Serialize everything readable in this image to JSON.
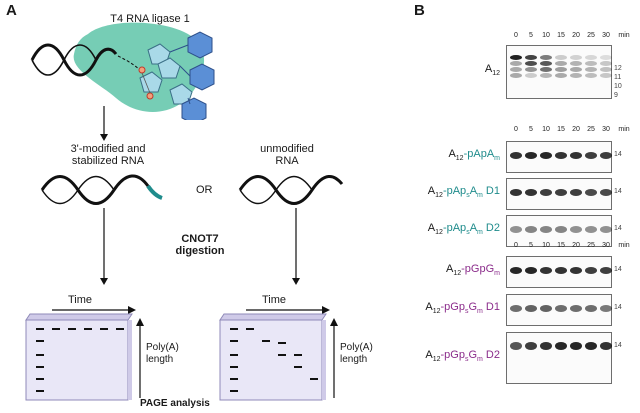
{
  "panel_a": {
    "letter": "A",
    "enzyme_label": "T4 RNA ligase 1",
    "modified_rna_label_line1": "3'-modified and",
    "modified_rna_label_line2": "stabilized RNA",
    "or_label": "OR",
    "unmodified_rna_label_line1": "unmodified",
    "unmodified_rna_label_line2": "RNA",
    "digestion_label_line1": "CNOT7",
    "digestion_label_line2": "digestion",
    "time_label_left": "Time",
    "time_label_right": "Time",
    "polya_label_left_line1": "Poly(A)",
    "polya_label_left_line2": "length",
    "polya_label_right_line1": "Poly(A)",
    "polya_label_right_line2": "length",
    "page_label": "PAGE analysis"
  },
  "panel_b": {
    "letter": "B",
    "time_points": [
      "0",
      "5",
      "10",
      "15",
      "20",
      "25",
      "30"
    ],
    "time_unit": "min",
    "blots": [
      {
        "id": "a12",
        "name_main": "A",
        "name_sub": "12",
        "suffix": "",
        "suffix_parts": [],
        "color": "#222222",
        "sizes": [
          "12",
          "11",
          "10",
          "9"
        ]
      },
      {
        "id": "pApAm",
        "name_main": "A",
        "name_sub": "12",
        "suffix_parts": [
          [
            "-pApA",
            ""
          ],
          [
            "m",
            "sub"
          ]
        ],
        "color": "#1f8c8c",
        "sizes": [
          "14"
        ]
      },
      {
        "id": "pApsAm-d1",
        "name_main": "A",
        "name_sub": "12",
        "suffix_parts": [
          [
            "-pAp",
            ""
          ],
          [
            "s",
            "sub"
          ],
          [
            "A",
            ""
          ],
          [
            "m",
            "sub"
          ],
          [
            " D1",
            ""
          ]
        ],
        "color": "#1f8c8c",
        "sizes": [
          "14"
        ]
      },
      {
        "id": "pApsAm-d2",
        "name_main": "A",
        "name_sub": "12",
        "suffix_parts": [
          [
            "-pAp",
            ""
          ],
          [
            "s",
            "sub"
          ],
          [
            "A",
            ""
          ],
          [
            "m",
            "sub"
          ],
          [
            " D2",
            ""
          ]
        ],
        "color": "#1f8c8c",
        "sizes": [
          "14"
        ]
      },
      {
        "id": "pGpGm",
        "name_main": "A",
        "name_sub": "12",
        "suffix_parts": [
          [
            "-pGpG",
            ""
          ],
          [
            "m",
            "sub"
          ]
        ],
        "color": "#8b2c8b",
        "sizes": [
          "14"
        ]
      },
      {
        "id": "pGpsGm-d1",
        "name_main": "A",
        "name_sub": "12",
        "suffix_parts": [
          [
            "-pGp",
            ""
          ],
          [
            "s",
            "sub"
          ],
          [
            "G",
            ""
          ],
          [
            "m",
            "sub"
          ],
          [
            " D1",
            ""
          ]
        ],
        "color": "#8b2c8b",
        "sizes": [
          "14"
        ]
      },
      {
        "id": "pGpsGm-d2",
        "name_main": "A",
        "name_sub": "12",
        "suffix_parts": [
          [
            "-pGp",
            ""
          ],
          [
            "s",
            "sub"
          ],
          [
            "G",
            ""
          ],
          [
            "m",
            "sub"
          ],
          [
            " D2",
            ""
          ]
        ],
        "color": "#8b2c8b",
        "sizes": [
          "14"
        ]
      }
    ],
    "colors": {
      "teal": "#1f8c8c",
      "purple": "#8b2c8b",
      "enzyme_green": "#5ec4a8",
      "pentagon_fill": "#a9d9e8",
      "hexagon_fill": "#5b8fd6"
    }
  }
}
